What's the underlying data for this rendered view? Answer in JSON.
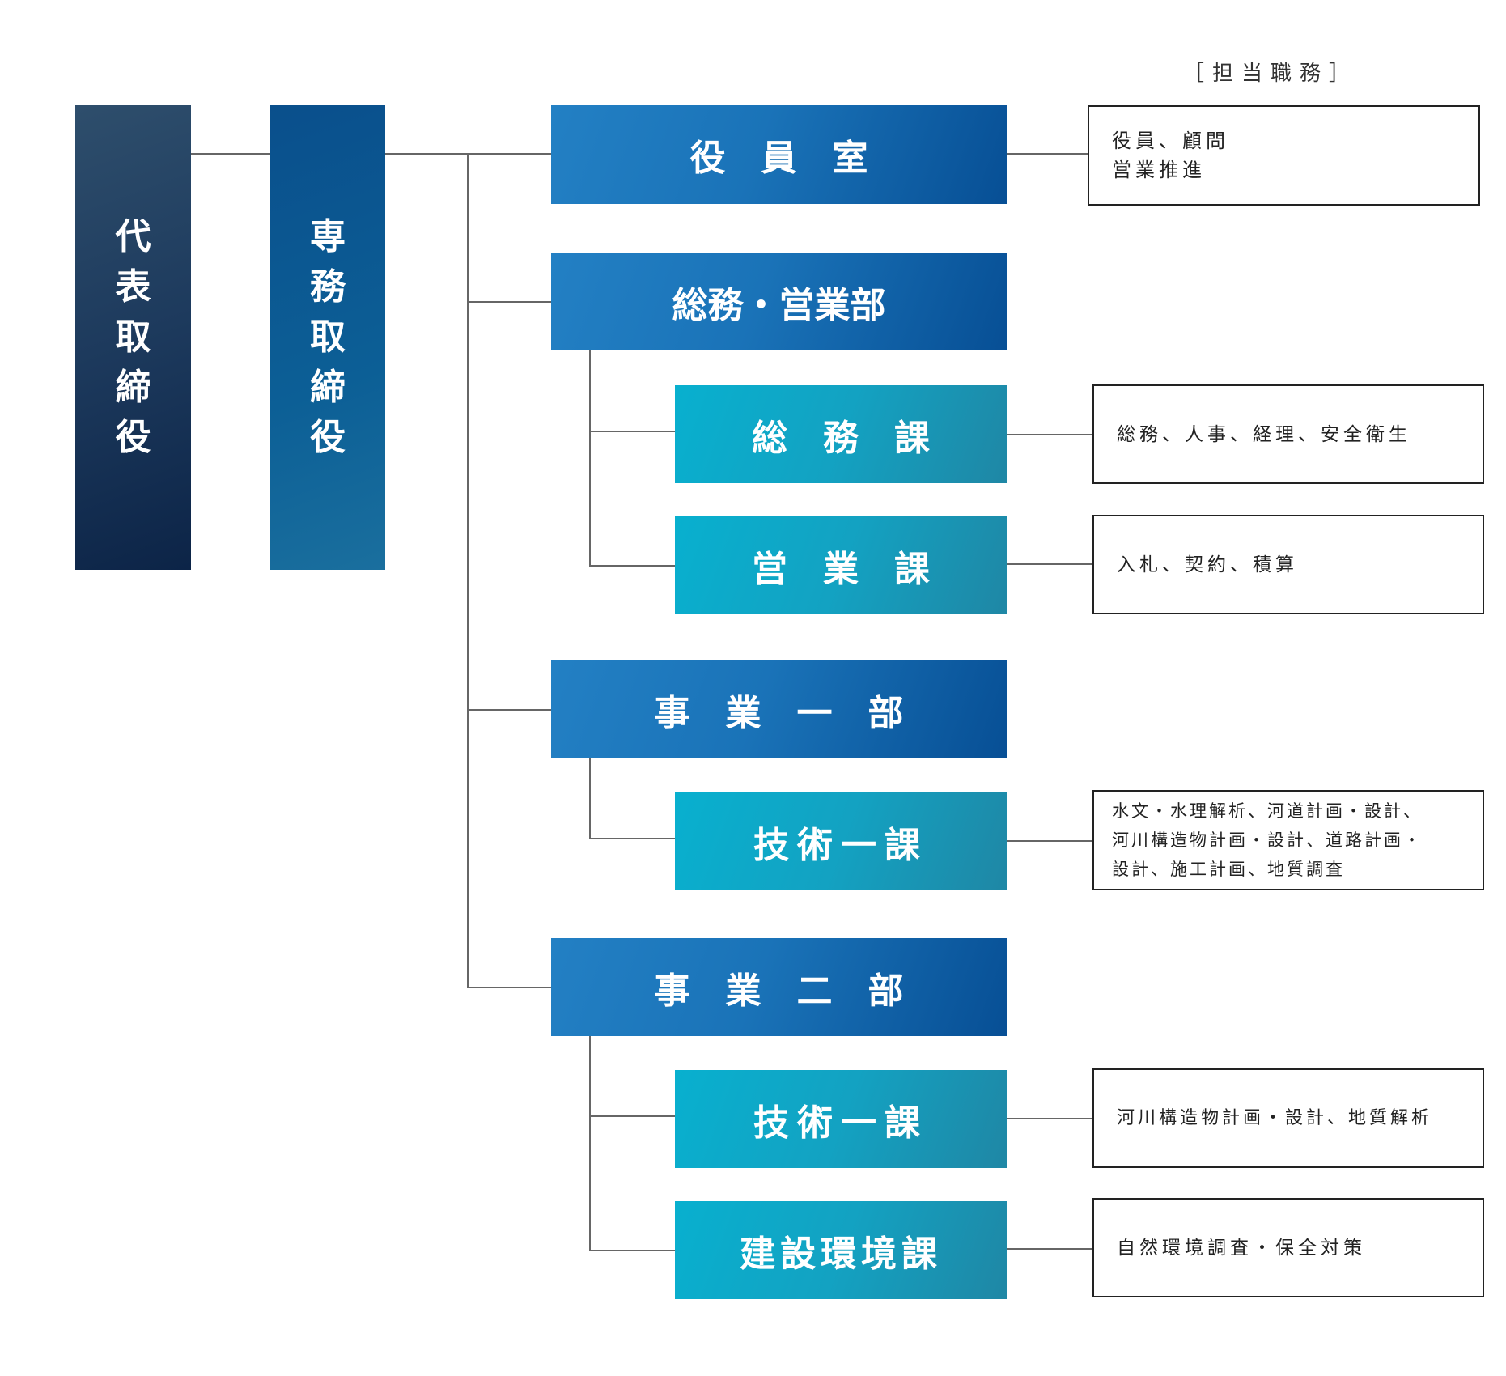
{
  "legend": "［担当職務］",
  "executives": {
    "president": "代表取締役",
    "managing_director": "専務取締役"
  },
  "departments": {
    "officers_room": {
      "label": "役　員　室",
      "duties": [
        "役員、顧問",
        "営業推進"
      ]
    },
    "general_sales": {
      "label": "総務・営業部",
      "sections": {
        "general": {
          "label": "総　務　課",
          "duties": [
            "総務、人事、経理、安全衛生"
          ]
        },
        "sales": {
          "label": "営　業　課",
          "duties": [
            "入札、契約、積算"
          ]
        }
      }
    },
    "business_one": {
      "label": "事　業　一　部",
      "sections": {
        "tech_one": {
          "label": "技術一課",
          "duties": [
            "水文・水理解析、河道計画・設計、",
            "河川構造物計画・設計、道路計画・",
            "設計、施工計画、地質調査"
          ]
        }
      }
    },
    "business_two": {
      "label": "事　業　二　部",
      "sections": {
        "tech_one": {
          "label": "技術一課",
          "duties": [
            "河川構造物計画・設計、地質解析"
          ]
        },
        "environment": {
          "label": "建設環境課",
          "duties": [
            "自然環境調査・保全対策"
          ]
        }
      }
    }
  },
  "colors": {
    "executive": "#1d3a5d",
    "managing": "#0c5f96",
    "department": "#1a73b8",
    "section": "#13a2c2",
    "line": "#666666",
    "border": "#222222"
  }
}
